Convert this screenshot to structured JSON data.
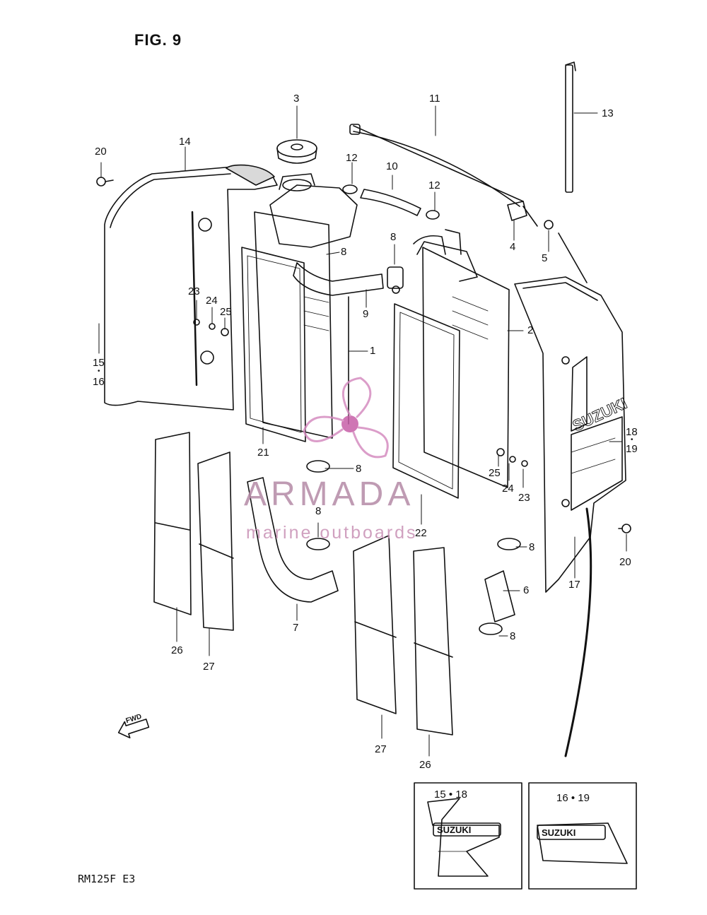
{
  "title": "FIG. 9",
  "model": "RM125F  E3",
  "fwd": "FWD",
  "watermark": {
    "brand": "ARMADA",
    "sub": "marine outboards"
  },
  "decal_brand": "SUZUKI",
  "inset_left_label": "15 • 18",
  "inset_right_label": "16 • 19",
  "callouts": [
    {
      "id": "c1",
      "text": "1"
    },
    {
      "id": "c2",
      "text": "2"
    },
    {
      "id": "c3",
      "text": "3"
    },
    {
      "id": "c4",
      "text": "4"
    },
    {
      "id": "c5",
      "text": "5"
    },
    {
      "id": "c6",
      "text": "6"
    },
    {
      "id": "c7",
      "text": "7"
    },
    {
      "id": "c8a",
      "text": "8"
    },
    {
      "id": "c8b",
      "text": "8"
    },
    {
      "id": "c8c",
      "text": "8"
    },
    {
      "id": "c8d",
      "text": "8"
    },
    {
      "id": "c8e",
      "text": "8"
    },
    {
      "id": "c8f",
      "text": "8"
    },
    {
      "id": "c8g",
      "text": "8"
    },
    {
      "id": "c9",
      "text": "9"
    },
    {
      "id": "c10",
      "text": "10"
    },
    {
      "id": "c11",
      "text": "11"
    },
    {
      "id": "c12a",
      "text": "12"
    },
    {
      "id": "c12b",
      "text": "12"
    },
    {
      "id": "c13",
      "text": "13"
    },
    {
      "id": "c14",
      "text": "14"
    },
    {
      "id": "c15",
      "text": "15"
    },
    {
      "id": "c16",
      "text": "16"
    },
    {
      "id": "c17",
      "text": "17"
    },
    {
      "id": "c18",
      "text": "18"
    },
    {
      "id": "c19",
      "text": "19"
    },
    {
      "id": "c20a",
      "text": "20"
    },
    {
      "id": "c20b",
      "text": "20"
    },
    {
      "id": "c21",
      "text": "21"
    },
    {
      "id": "c22",
      "text": "22"
    },
    {
      "id": "c23a",
      "text": "23"
    },
    {
      "id": "c23b",
      "text": "23"
    },
    {
      "id": "c24a",
      "text": "24"
    },
    {
      "id": "c24b",
      "text": "24"
    },
    {
      "id": "c25a",
      "text": "25"
    },
    {
      "id": "c25b",
      "text": "25"
    },
    {
      "id": "c26a",
      "text": "26"
    },
    {
      "id": "c26b",
      "text": "26"
    },
    {
      "id": "c27a",
      "text": "27"
    },
    {
      "id": "c27b",
      "text": "27"
    }
  ]
}
